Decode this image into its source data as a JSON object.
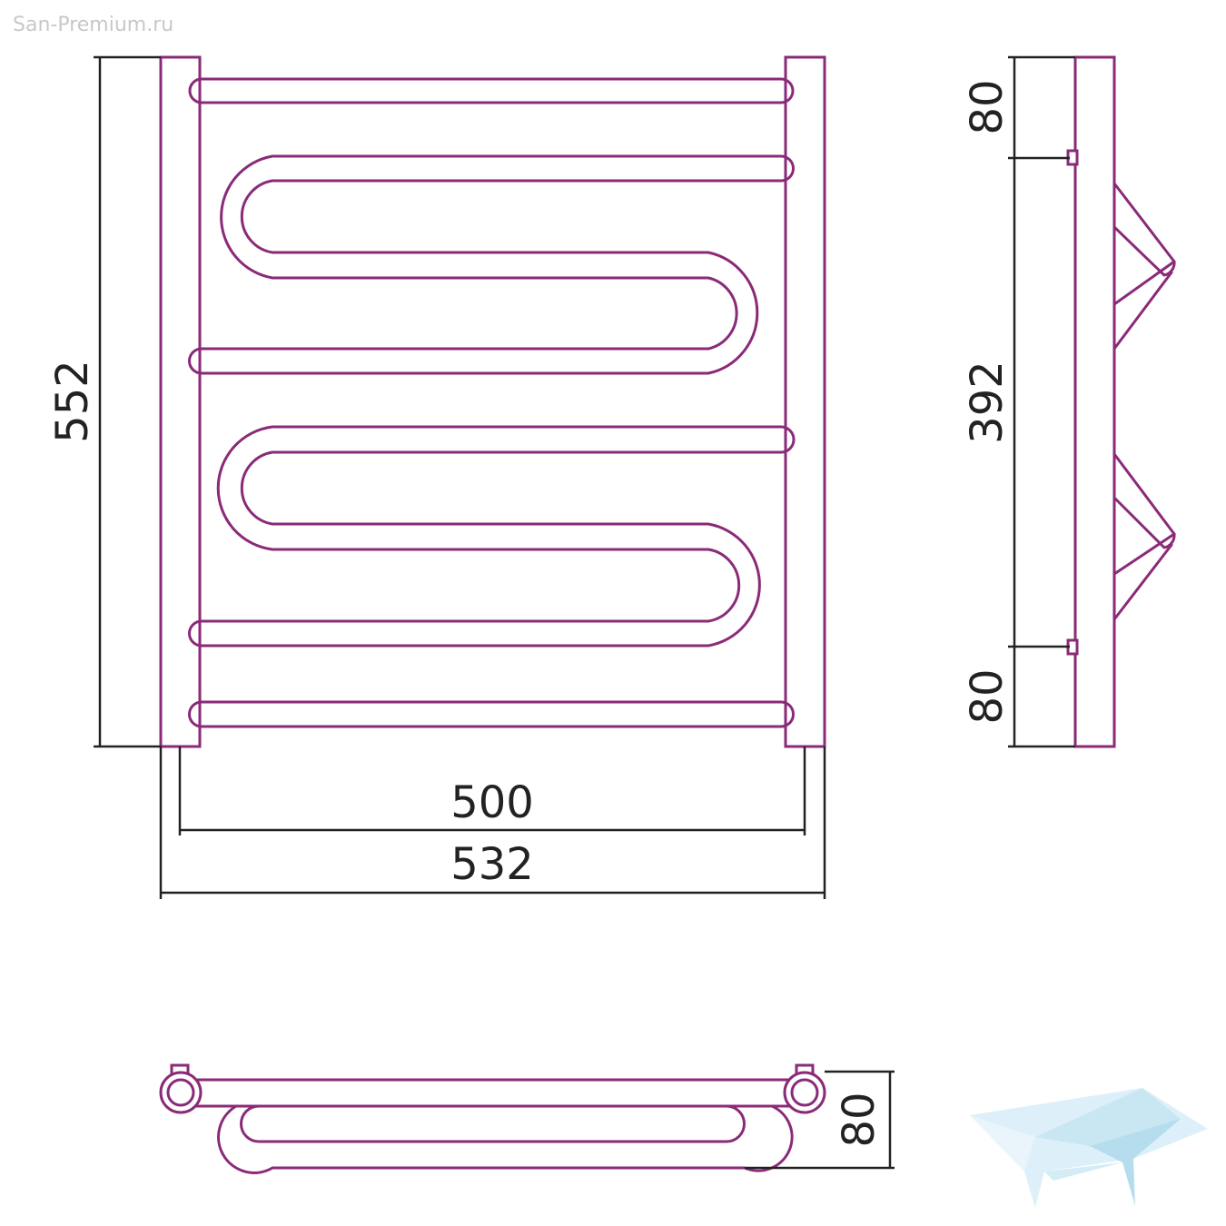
{
  "watermark": "San-Premium.ru",
  "colors": {
    "pipe": "#8a2a78",
    "dimension": "#222222",
    "watermark": "#c8c8c8",
    "logo": "#bfe3f2"
  },
  "dimensions": {
    "overall_height": "552",
    "inner_width": "500",
    "overall_width": "532",
    "side_top_offset": "80",
    "side_center_distance": "392",
    "side_bottom_offset": "80",
    "bottom_depth": "80"
  },
  "icons": {
    "logo": "bathtub-logo-icon"
  }
}
